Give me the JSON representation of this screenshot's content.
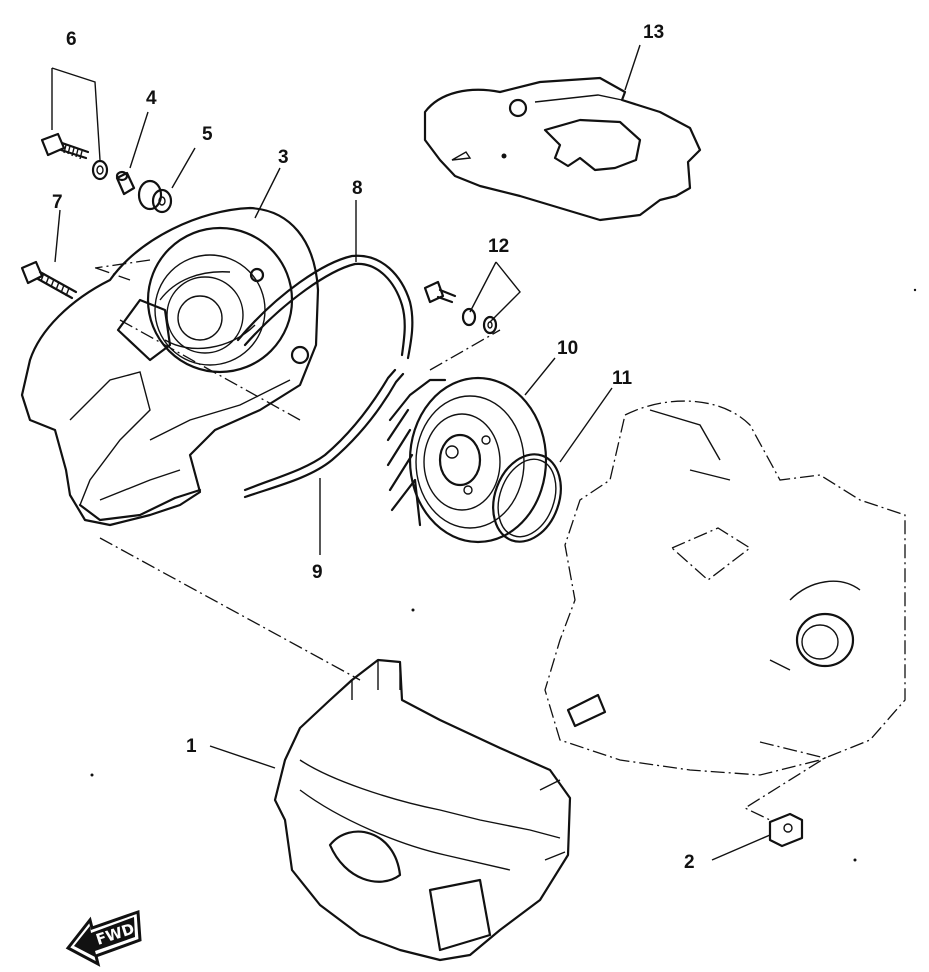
{
  "diagram": {
    "callouts": {
      "c1": "1",
      "c2": "2",
      "c3": "3",
      "c4": "4",
      "c5": "5",
      "c6": "6",
      "c7": "7",
      "c8": "8",
      "c9": "9",
      "c10": "10",
      "c11": "11",
      "c12": "12",
      "c13": "13"
    },
    "fwd_marker": "FWD"
  }
}
